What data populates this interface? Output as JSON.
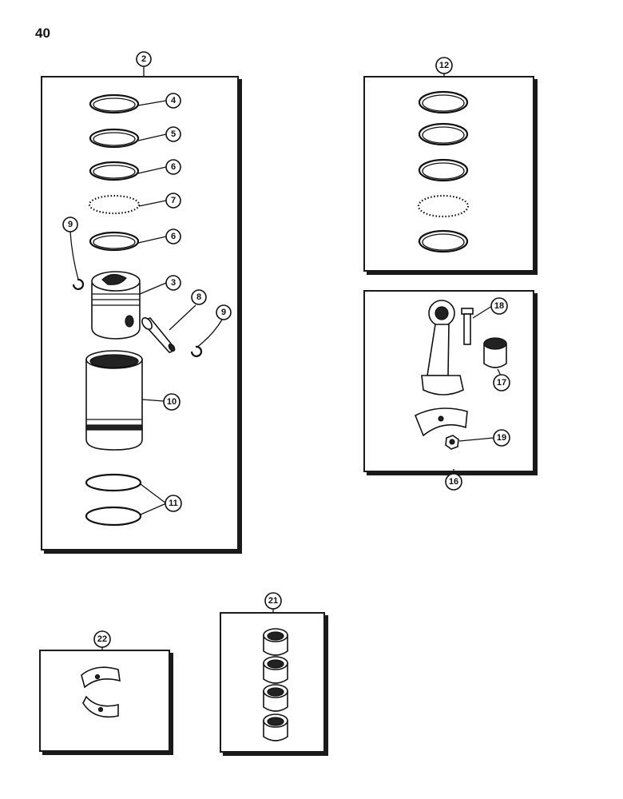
{
  "page": {
    "number": "40"
  },
  "callouts": {
    "c2": "2",
    "c3": "3",
    "c4": "4",
    "c5": "5",
    "c6a": "6",
    "c6b": "6",
    "c7": "7",
    "c8": "8",
    "c9a": "9",
    "c9b": "9",
    "c10": "10",
    "c11": "11",
    "c12": "12",
    "c16": "16",
    "c17": "17",
    "c18": "18",
    "c19": "19",
    "c21": "21",
    "c22": "22"
  }
}
